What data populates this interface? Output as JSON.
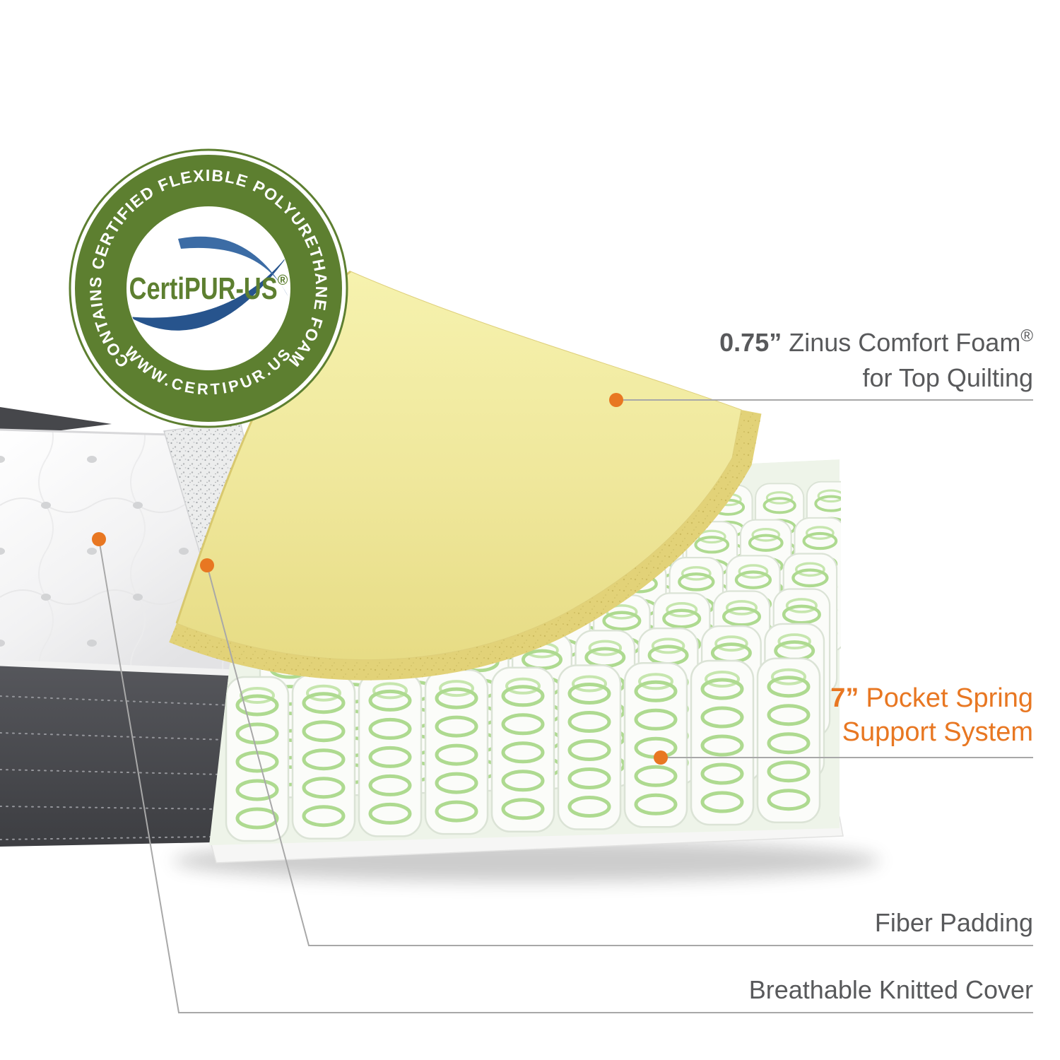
{
  "colors": {
    "accent_orange": "#E87722",
    "badge_green": "#5D7F30",
    "swoosh_blue": "#27548D",
    "label_gray": "#58595B",
    "leader_gray": "#A8A8A8",
    "foam_yellow": "#F0E79D",
    "spring_green": "#AEDA90",
    "cover_dark": "#4A4B50"
  },
  "badge": {
    "arc_top": "CONTAINS CERTIFIED FLEXIBLE POLYURETHANE FOAM",
    "arc_bottom": "WWW.CERTIPUR.US",
    "center": "CertiPUR-US",
    "registered": "®"
  },
  "annotations": {
    "comfort_foam": {
      "size": "0.75”",
      "text": "Zinus Comfort Foam",
      "registered": "®",
      "line2": "for Top Quilting"
    },
    "pocket_spring": {
      "size": "7”",
      "text": "Pocket Spring",
      "line2": "Support System"
    },
    "fiber_padding": {
      "label": "Fiber Padding"
    },
    "knitted_cover": {
      "label": "Breathable Knitted Cover"
    }
  }
}
